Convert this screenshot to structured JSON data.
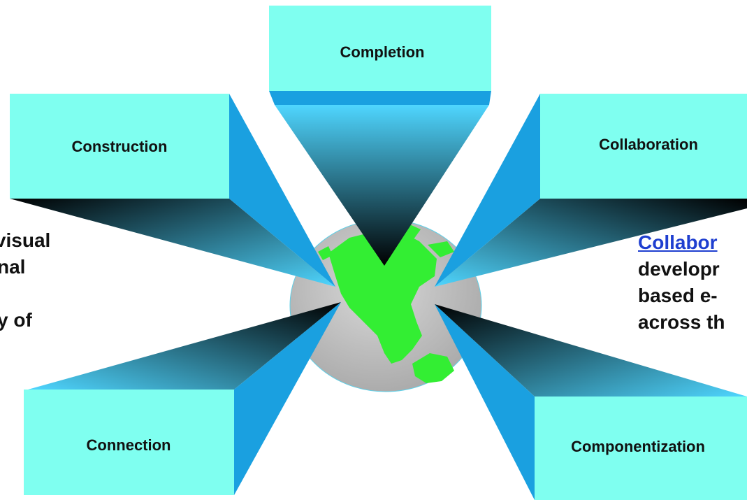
{
  "boxes": {
    "completion": "Completion",
    "construction": "Construction",
    "collaboration": "Collaboration",
    "connection": "Connection",
    "componentization": "Componentization"
  },
  "left_text": {
    "line1": "es visual",
    "line2": "itional",
    "line3": "",
    "line4": "very of"
  },
  "right_text": {
    "link": "Collabor",
    "line2": "developr",
    "line3": "based e-",
    "line4": "across th"
  },
  "colors": {
    "box_face": "#7ffff0",
    "box_side": "#1aa0e0",
    "funnel_dark": "#000000",
    "funnel_light": "#4fd6ff",
    "globe_ocean": "#c0c0c0",
    "globe_land": "#33ee33"
  }
}
